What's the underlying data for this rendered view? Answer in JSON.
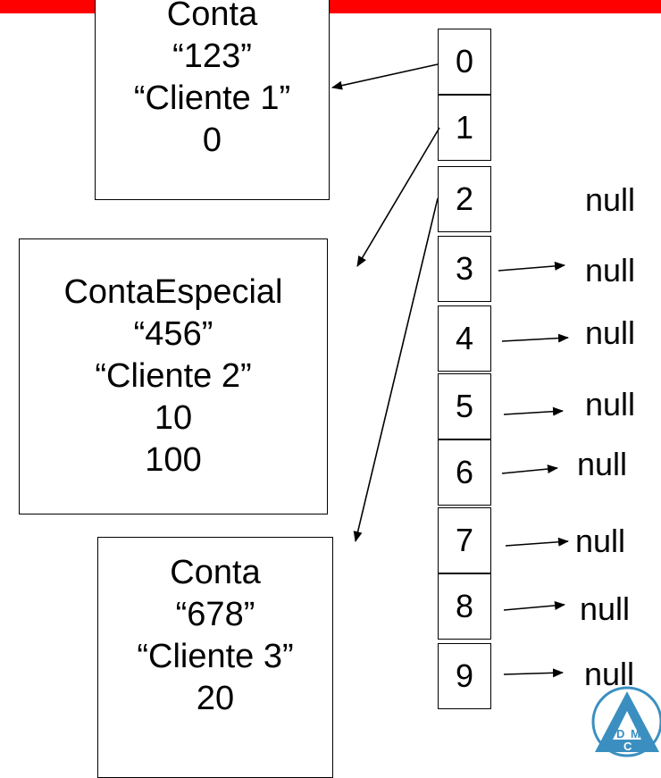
{
  "objects": [
    {
      "lines": [
        "Conta",
        "“123”",
        "“Cliente 1”",
        "0"
      ]
    },
    {
      "lines": [
        "ContaEspecial",
        "“456”",
        "“Cliente 2”",
        "10",
        "100"
      ]
    },
    {
      "lines": [
        "Conta",
        "“678”",
        "“Cliente 3”",
        "20"
      ]
    }
  ],
  "array_indices": [
    "0",
    "1",
    "2",
    "3",
    "4",
    "5",
    "6",
    "7",
    "8",
    "9"
  ],
  "null_label": "null",
  "logo_letters": [
    "D",
    "M",
    "C"
  ],
  "colors": {
    "accent_bar": "#ff0000",
    "logo": "#3a8fc0"
  }
}
